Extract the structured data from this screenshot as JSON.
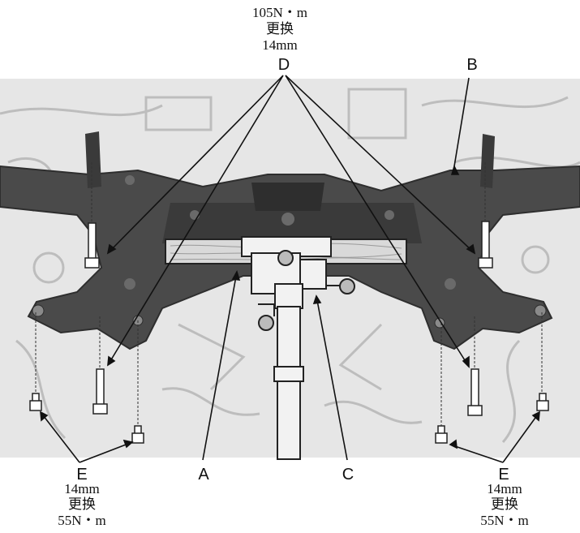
{
  "callouts": {
    "A": {
      "letter": "A"
    },
    "B": {
      "letter": "B"
    },
    "C": {
      "letter": "C"
    },
    "D": {
      "letter": "D",
      "torque": "105N・m",
      "note": "更换",
      "socket": "14mm"
    },
    "E_left": {
      "letter": "E",
      "socket": "14mm",
      "note": "更换",
      "torque": "55N・m"
    },
    "E_right": {
      "letter": "E",
      "socket": "14mm",
      "note": "更换",
      "torque": "55N・m"
    }
  },
  "colors": {
    "background": "#ffffff",
    "engine_bay": "#e6e6e6",
    "engine_bay_line": "#bdbdbd",
    "subframe": "#4a4a4a",
    "subframe_dark": "#2e2e2e",
    "wood_block": "#d9d9d9",
    "jack": "#f2f2f2",
    "leader": "#111111"
  },
  "icons": [
    "subframe-illustration",
    "bolt-icon",
    "transmission-jack-icon",
    "wooden-block-icon"
  ]
}
